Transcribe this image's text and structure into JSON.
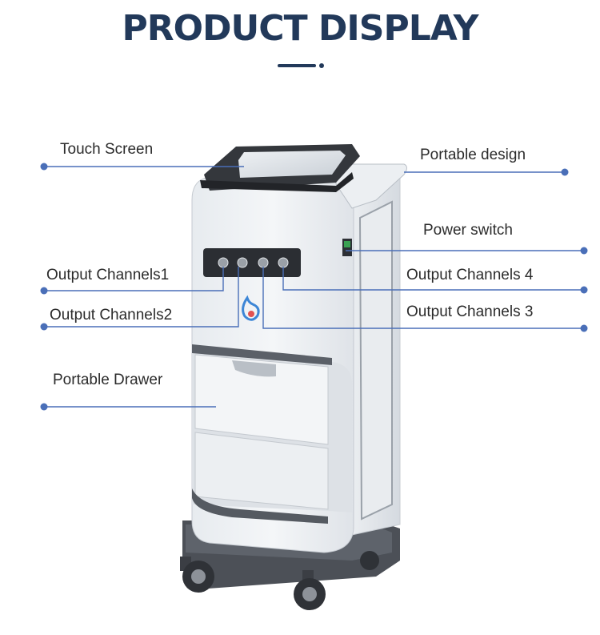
{
  "title": "PRODUCT DISPLAY",
  "accent_color": "#4a6fb8",
  "title_color": "#22395a",
  "labels": {
    "touch_screen": "Touch Screen",
    "portable_design": "Portable design",
    "power_switch": "Power switch",
    "output_channels_1": "Output Channels1",
    "output_channels_2": "Output Channels2",
    "output_channels_3": "Output Channels 3",
    "output_channels_4": "Output Channels 4",
    "portable_drawer": "Portable Drawer"
  }
}
